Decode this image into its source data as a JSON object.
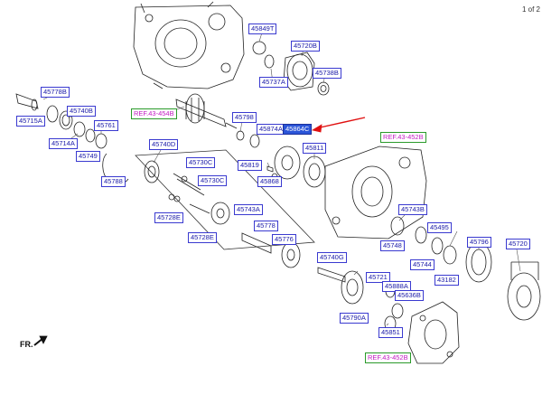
{
  "page_indicator": "1 of 2",
  "direction_mark": "FR.",
  "accent_colors": {
    "label_border": "#3a3ad0",
    "label_text": "#1a1aa8",
    "ref_text": "#c21cc2",
    "ref_border": "#2a9a2a",
    "highlight": "#2b55d8",
    "pointer_arrow": "#e01010"
  },
  "highlighted_label": "45864C",
  "labels": [
    {
      "id": "l01",
      "text": "45849T"
    },
    {
      "id": "l02",
      "text": "45720B"
    },
    {
      "id": "l03",
      "text": "45737A"
    },
    {
      "id": "l04",
      "text": "45738B"
    },
    {
      "id": "l05",
      "text": "45778B"
    },
    {
      "id": "l06",
      "text": "45715A"
    },
    {
      "id": "l07",
      "text": "45740B"
    },
    {
      "id": "l08",
      "text": "45761"
    },
    {
      "id": "l09",
      "text": "45714A"
    },
    {
      "id": "l10",
      "text": "45749"
    },
    {
      "id": "l11",
      "text": "45788"
    },
    {
      "id": "l12",
      "text": "45798"
    },
    {
      "id": "l13",
      "text": "45874A"
    },
    {
      "id": "l14",
      "text": "45864C"
    },
    {
      "id": "l15",
      "text": "45811"
    },
    {
      "id": "l16",
      "text": "45819"
    },
    {
      "id": "l17",
      "text": "45868"
    },
    {
      "id": "l18",
      "text": "45740D"
    },
    {
      "id": "l19",
      "text": "45730C"
    },
    {
      "id": "l20",
      "text": "45730C"
    },
    {
      "id": "l21",
      "text": "45728E"
    },
    {
      "id": "l22",
      "text": "45743A"
    },
    {
      "id": "l23",
      "text": "45778"
    },
    {
      "id": "l24",
      "text": "45728E"
    },
    {
      "id": "l25",
      "text": "45776"
    },
    {
      "id": "l26",
      "text": "45743B"
    },
    {
      "id": "l27",
      "text": "45748"
    },
    {
      "id": "l28",
      "text": "45495"
    },
    {
      "id": "l29",
      "text": "45744"
    },
    {
      "id": "l30",
      "text": "45796"
    },
    {
      "id": "l31",
      "text": "43182"
    },
    {
      "id": "l32",
      "text": "45720"
    },
    {
      "id": "l33",
      "text": "45740G"
    },
    {
      "id": "l34",
      "text": "45721"
    },
    {
      "id": "l35",
      "text": "45888A"
    },
    {
      "id": "l36",
      "text": "45636B"
    },
    {
      "id": "l37",
      "text": "45790A"
    },
    {
      "id": "l38",
      "text": "45851"
    }
  ],
  "refs": [
    {
      "id": "r1",
      "text": "REF.43-454B"
    },
    {
      "id": "r2",
      "text": "REF.43-452B"
    },
    {
      "id": "r3",
      "text": "REF.43-452B"
    }
  ]
}
